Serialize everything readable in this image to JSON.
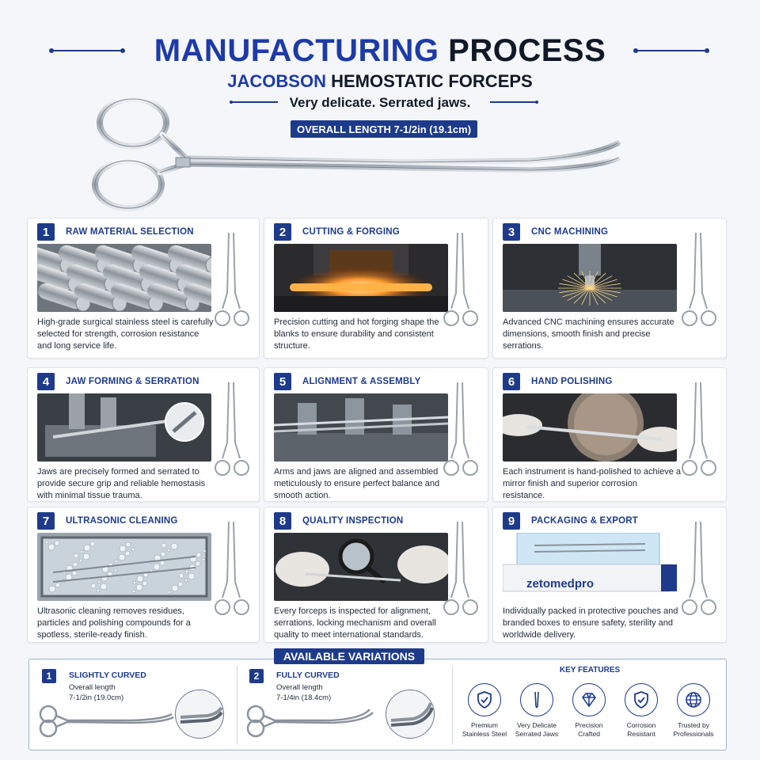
{
  "header": {
    "title_part1": "MANUFACTURING",
    "title_part2": "PROCESS",
    "subtitle_part1": "JACOBSON",
    "subtitle_part2": "HEMOSTATIC FORCEPS",
    "tagline": "Very delicate. Serrated jaws.",
    "length_badge": "OVERALL LENGTH 7-1/2in (19.1cm)"
  },
  "steps": [
    {
      "num": "1",
      "title": "RAW MATERIAL SELECTION",
      "desc": "High-grade surgical stainless steel is carefully selected for strength, corrosion resistance and long service life.",
      "photo": "steel-rods"
    },
    {
      "num": "2",
      "title": "CUTTING & FORGING",
      "desc": "Precision cutting and hot forging shape the blanks to ensure durability and consistent structure.",
      "photo": "forging"
    },
    {
      "num": "3",
      "title": "CNC MACHINING",
      "desc": "Advanced CNC machining ensures accurate dimensions, smooth finish and precise serrations.",
      "photo": "cnc"
    },
    {
      "num": "4",
      "title": "JAW FORMING & SERRATION",
      "desc": "Jaws are precisely formed and serrated to provide secure grip and reliable hemostasis with minimal tissue trauma.",
      "photo": "serration"
    },
    {
      "num": "5",
      "title": "ALIGNMENT & ASSEMBLY",
      "desc": "Arms and jaws are aligned and assembled meticulously to ensure perfect balance and smooth action.",
      "photo": "assembly"
    },
    {
      "num": "6",
      "title": "HAND POLISHING",
      "desc": "Each instrument is hand-polished to achieve a mirror finish and superior corrosion resistance.",
      "photo": "polishing"
    },
    {
      "num": "7",
      "title": "ULTRASONIC CLEANING",
      "desc": "Ultrasonic cleaning removes residues, particles and polishing compounds for a spotless, sterile-ready finish.",
      "photo": "cleaning"
    },
    {
      "num": "8",
      "title": "QUALITY INSPECTION",
      "desc": "Every forceps is inspected for alignment, serrations, locking mechanism and overall quality to meet international standards.",
      "photo": "inspection"
    },
    {
      "num": "9",
      "title": "PACKAGING & EXPORT",
      "desc": "Individually packed in protective pouches and branded boxes to ensure safety, sterility and worldwide delivery.",
      "photo": "packaging",
      "brand": "zetomedpro"
    }
  ],
  "variations": {
    "badge": "AVAILABLE VARIATIONS",
    "items": [
      {
        "num": "1",
        "title": "SLIGHTLY CURVED",
        "sub": "Overall length",
        "length": "7-1/2in (19.0cm)"
      },
      {
        "num": "2",
        "title": "FULLY CURVED",
        "sub": "Overall length",
        "length": "7-1/4in (18.4cm)"
      }
    ],
    "key_features_title": "KEY FEATURES",
    "features": [
      {
        "icon": "shield-check-icon",
        "line1": "Premium",
        "line2": "Stainless Steel"
      },
      {
        "icon": "forceps-tip-icon",
        "line1": "Very Delicate",
        "line2": "Serrated Jaws"
      },
      {
        "icon": "diamond-icon",
        "line1": "Precision",
        "line2": "Crafted"
      },
      {
        "icon": "shield-check-icon",
        "line1": "Corrosion",
        "line2": "Resistant"
      },
      {
        "icon": "globe-icon",
        "line1": "Trusted by",
        "line2": "Professionals"
      }
    ]
  },
  "colors": {
    "accent": "#1e3a8a",
    "brand_blue": "#1e3aa8",
    "background": "#f4f6f9"
  }
}
